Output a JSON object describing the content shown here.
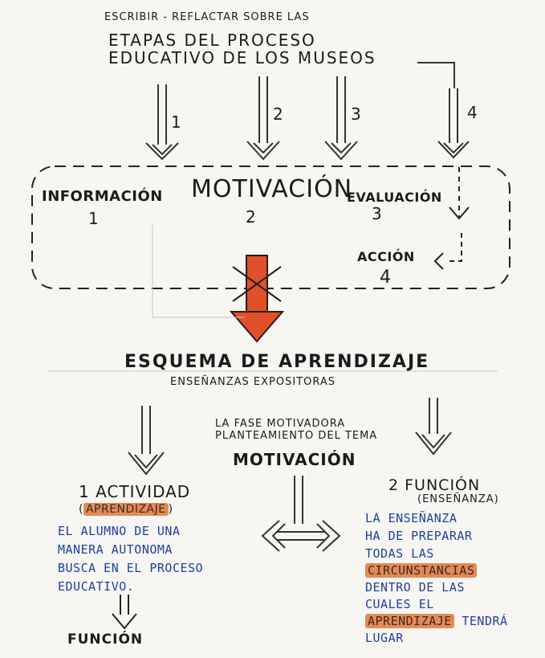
{
  "header": {
    "line1": "ESCRIBIR - REFLACTAR SOBRE LAS",
    "line2": "ETAPAS DEL PROCESO",
    "line3": "EDUCATIVO DE LOS MUSEOS"
  },
  "arrow_numbers": [
    "1",
    "2",
    "3",
    "4"
  ],
  "stages": [
    {
      "label": "INFORMACIÓN",
      "number": "1"
    },
    {
      "label": "MOTIVACIÓN",
      "number": "2"
    },
    {
      "label": "EVALUACIÓN",
      "number": "3"
    },
    {
      "label": "ACCIÓN",
      "number": "4"
    }
  ],
  "schema": {
    "title": "ESQUEMA DE APRENDIZAJE",
    "subtitle": "ENSEÑANZAS EXPOSITORAS"
  },
  "motivation_phase": {
    "line1": "LA FASE MOTIVADORA",
    "line2": "PLANTEAMIENTO DEL TEMA",
    "label": "MOTIVACIÓN"
  },
  "left": {
    "title": "1 ACTIVIDAD",
    "tag": "APRENDIZAJE",
    "text": [
      "EL ALUMNO DE UNA",
      "MANERA AUTONOMA",
      "BUSCA EN EL PROCESO",
      "EDUCATIVO."
    ],
    "footer": "FUNCIÓN"
  },
  "right": {
    "title": "2 FUNCIÓN",
    "sub": "(ENSEÑANZA)",
    "line1": "LA ENSEÑANZA",
    "line2": "HA DE PREPARAR",
    "line3": "TODAS LAS",
    "hl1": "CIRCUNSTANCIAS",
    "line5": "DENTRO DE LAS",
    "line6": "CUALES EL",
    "hl2": "APRENDIZAJE",
    "line7b": "TENDRÁ",
    "line8": "LUGAR"
  },
  "colors": {
    "ink": "#1b1b1b",
    "blue_ink": "#1f3fa0",
    "highlight": "#e58a56",
    "red_arrow": "#e0502a"
  }
}
